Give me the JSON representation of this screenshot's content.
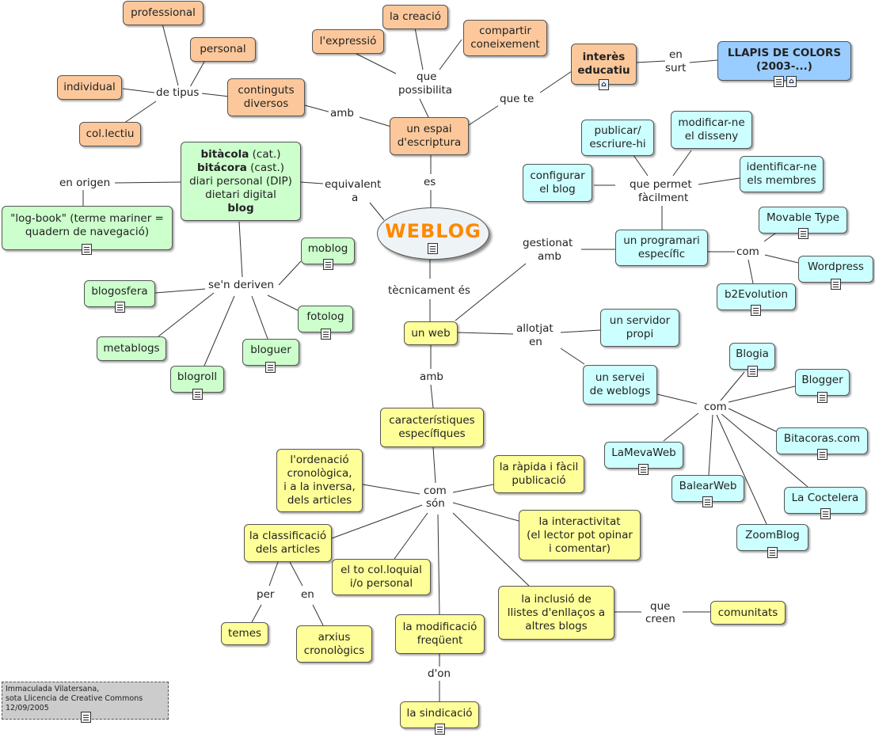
{
  "center": {
    "label": "WEBLOG"
  },
  "nodes": {
    "professional": "professional",
    "personal": "personal",
    "individual": "individual",
    "collectiu": "col.lectiu",
    "continguts_1": "continguts",
    "continguts_2": "diversos",
    "creacio": "la creació",
    "expressio": "l'expressió",
    "compartir_1": "compartir",
    "compartir_2": "coneixement",
    "interes_1": "interès",
    "interes_2": "educatiu",
    "llapis_1": "LLAPIS DE COLORS",
    "llapis_2": "(2003-...)",
    "espai_1": "un espai",
    "espai_2": "d'escriptura",
    "bitacola_b": "bitàcola",
    "bitacola_r": " (cat.)",
    "bitacora_b": "bitácora",
    "bitacora_r": " (cast.)",
    "diari": "diari personal (DIP)",
    "dietari": "dietari digital",
    "blog": "blog",
    "logbook_1": "\"log-book\" (terme mariner =",
    "logbook_2": "quadern de navegació)",
    "moblog": "moblog",
    "blogosfera": "blogosfera",
    "fotolog": "fotolog",
    "metablogs": "metablogs",
    "bloguer": "bloguer",
    "blogroll": "blogroll",
    "publicar_1": "publicar/",
    "publicar_2": "escriure-hi",
    "modificar_1": "modificar-ne",
    "modificar_2": "el disseny",
    "configurar_1": "configurar",
    "configurar_2": "el blog",
    "identificar_1": "identificar-ne",
    "identificar_2": "els membres",
    "programari_1": "un programari",
    "programari_2": "específic",
    "movable": "Movable Type",
    "wordpress": "Wordpress",
    "b2evolution": "b2Evolution",
    "unweb": "un web",
    "servidor_1": "un servidor",
    "servidor_2": "propi",
    "servei_1": "un servei",
    "servei_2": "de weblogs",
    "blogia": "Blogia",
    "blogger": "Blogger",
    "bitacoras": "Bitacoras.com",
    "lamevaweb": "LaMevaWeb",
    "balearweb": "BalearWeb",
    "coctelera": "La Coctelera",
    "zoomblog": "ZoomBlog",
    "caract_1": "característiques",
    "caract_2": "específiques",
    "ordenacio_1": "l'ordenació",
    "ordenacio_2": "cronològica,",
    "ordenacio_3": "i a la inversa,",
    "ordenacio_4": "dels articles",
    "rapida_1": "la ràpida i fàcil",
    "rapida_2": "publicació",
    "interact_1": "la interactivitat",
    "interact_2": "(el lector pot opinar",
    "interact_3": "i comentar)",
    "classif_1": "la classificació",
    "classif_2": "dels articles",
    "colloquial_1": "el to col.loquial",
    "colloquial_2": "i/o personal",
    "inclusio_1": "la inclusió de",
    "inclusio_2": "llistes d'enllaços a",
    "inclusio_3": "altres blogs",
    "comunitats": "comunitats",
    "temes": "temes",
    "arxius_1": "arxius",
    "arxius_2": "cronològics",
    "modificacio_1": "la modificació",
    "modificacio_2": "freqüent",
    "sindicacio": "la sindicació"
  },
  "labels": {
    "de_tipus": "de tipus",
    "que": "que",
    "possibilita": "possibilita",
    "amb_1": "amb",
    "en": "en",
    "surt": "surt",
    "que_te": "que te",
    "en_origen": "en origen",
    "equivalent": "equivalent",
    "a": "a",
    "es": "es",
    "sen_deriven": "se'n deriven",
    "que_permet": "que permet",
    "facilment": "fàcilment",
    "gestionat": "gestionat",
    "amb_2": "amb",
    "com_1": "com",
    "tecnicament": "tècnicament és",
    "allotjat": "allotjat",
    "en_2": "en",
    "com_2": "com",
    "amb_3": "amb",
    "com_3": "com",
    "son": "són",
    "per": "per",
    "en_3": "en",
    "que_2": "que",
    "creen": "creen",
    "don": "d'on"
  },
  "credit": {
    "line1": "Immaculada Vilatersana,",
    "line2": "sota Llicencia de Creative Commons",
    "line3": "12/09/2005"
  }
}
